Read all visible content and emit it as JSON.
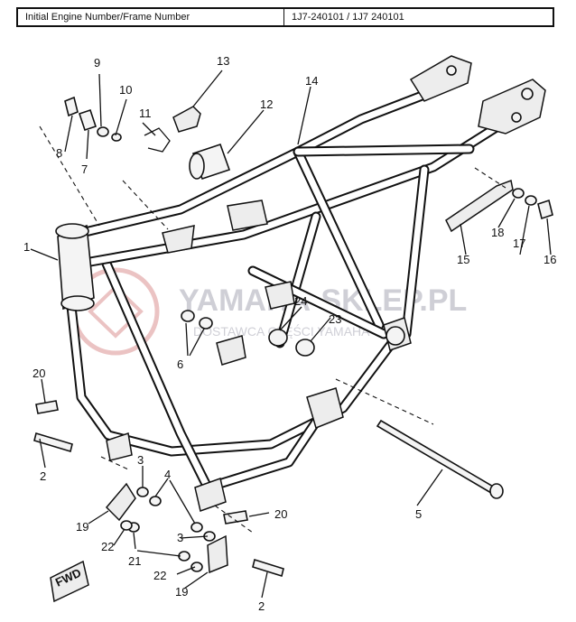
{
  "header": {
    "left": "Initial Engine Number/Frame Number",
    "right": "1J7-240101 / 1J7 240101"
  },
  "watermark": {
    "brand": "YAMAHA-SKLEP.PL",
    "tagline": "DOSTAWCA CZĘŚCI YAMAHA"
  },
  "fwd_label": "FWD",
  "callouts": [
    "1",
    "2",
    "2",
    "3",
    "3",
    "4",
    "5",
    "6",
    "7",
    "8",
    "9",
    "10",
    "11",
    "12",
    "13",
    "14",
    "15",
    "16",
    "17",
    "18",
    "19",
    "19",
    "20",
    "20",
    "21",
    "22",
    "22",
    "23",
    "24"
  ]
}
